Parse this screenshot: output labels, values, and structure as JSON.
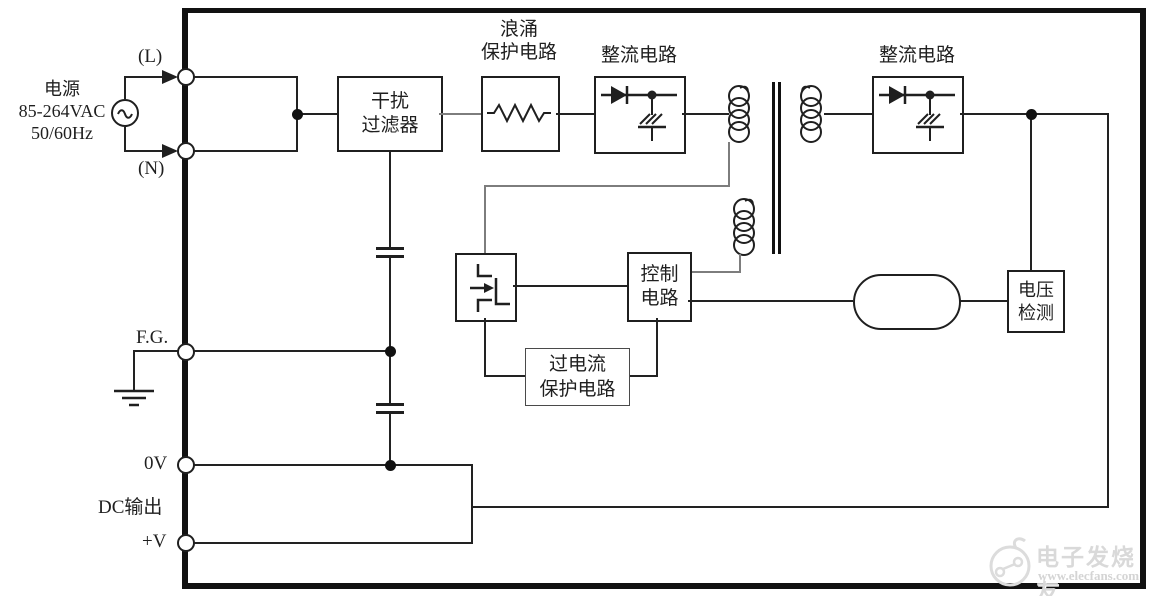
{
  "source": {
    "name": "电源",
    "voltage": "85-264VAC",
    "frequency": "50/60Hz"
  },
  "terminals": {
    "live": "(L)",
    "neutral": "(N)",
    "frame_ground": "F.G.",
    "zero_volt": "0V",
    "plus_volt": "+V"
  },
  "output_label": "DC输出",
  "blocks": {
    "noise_filter": {
      "line1": "干扰",
      "line2": "过滤器"
    },
    "surge_protection": {
      "line1": "浪涌",
      "line2": "保护电路"
    },
    "rectifier_primary": {
      "label": "整流电路"
    },
    "rectifier_secondary": {
      "label": "整流电路"
    },
    "control": {
      "line1": "控制",
      "line2": "电路"
    },
    "overcurrent_protection": {
      "line1": "过电流",
      "line2": "保护电路"
    },
    "voltage_detection": {
      "line1": "电压",
      "line2": "检测"
    }
  },
  "watermark": {
    "brand": "电子发烧友",
    "url": "www.elecfans.com"
  },
  "colors": {
    "line": "#1f1f1f",
    "gray_wire": "#7d7d7d",
    "background": "#ffffff",
    "watermark": "#d9d9d9"
  }
}
